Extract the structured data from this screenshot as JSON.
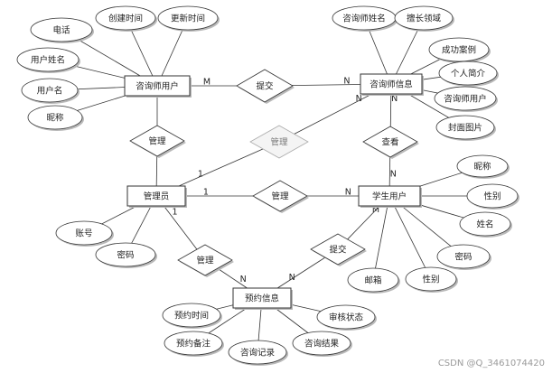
{
  "entities": [
    {
      "id": "consultant_user",
      "label": "咨询师用户"
    },
    {
      "id": "consultant_info",
      "label": "咨询师信息"
    },
    {
      "id": "admin",
      "label": "管理员"
    },
    {
      "id": "student_user",
      "label": "学生用户"
    },
    {
      "id": "booking_info",
      "label": "预约信息"
    }
  ],
  "relationships": [
    {
      "id": "r_submit_top",
      "label": "提交",
      "from": "consultant_user",
      "to": "consultant_info",
      "card_from": "M",
      "card_to": "N",
      "faded": false
    },
    {
      "id": "r_manage_top",
      "label": "管理",
      "from": "consultant_user",
      "to": "admin",
      "card_from": "",
      "card_to": "",
      "faded": false
    },
    {
      "id": "r_manage_diag",
      "label": "管理",
      "from": "admin",
      "to": "consultant_info",
      "card_from": "1",
      "card_to": "N",
      "faded": true
    },
    {
      "id": "r_view",
      "label": "查看",
      "from": "consultant_info",
      "to": "student_user",
      "card_from": "N",
      "card_to": "N",
      "faded": false
    },
    {
      "id": "r_manage_mid",
      "label": "管理",
      "from": "admin",
      "to": "student_user",
      "card_from": "1",
      "card_to": "N",
      "faded": false
    },
    {
      "id": "r_manage_low",
      "label": "管理",
      "from": "admin",
      "to": "booking_info",
      "card_from": "1",
      "card_to": "N",
      "faded": false
    },
    {
      "id": "r_submit_low",
      "label": "提交",
      "from": "student_user",
      "to": "booking_info",
      "card_from": "M",
      "card_to": "N",
      "faded": false
    }
  ],
  "attributes": [
    {
      "entity": "consultant_user",
      "label": "电话"
    },
    {
      "entity": "consultant_user",
      "label": "创建时间"
    },
    {
      "entity": "consultant_user",
      "label": "更新时间"
    },
    {
      "entity": "consultant_user",
      "label": "用户姓名"
    },
    {
      "entity": "consultant_user",
      "label": "用户名"
    },
    {
      "entity": "consultant_user",
      "label": "昵称"
    },
    {
      "entity": "consultant_info",
      "label": "咨询师姓名"
    },
    {
      "entity": "consultant_info",
      "label": "擅长领域"
    },
    {
      "entity": "consultant_info",
      "label": "成功案例"
    },
    {
      "entity": "consultant_info",
      "label": "个人简介"
    },
    {
      "entity": "consultant_info",
      "label": "咨询师用户"
    },
    {
      "entity": "consultant_info",
      "label": "封面图片"
    },
    {
      "entity": "admin",
      "label": "账号"
    },
    {
      "entity": "admin",
      "label": "密码"
    },
    {
      "entity": "student_user",
      "label": "昵称"
    },
    {
      "entity": "student_user",
      "label": "性别"
    },
    {
      "entity": "student_user",
      "label": "姓名"
    },
    {
      "entity": "student_user",
      "label": "密码"
    },
    {
      "entity": "student_user",
      "label": "性别"
    },
    {
      "entity": "student_user",
      "label": "邮箱"
    },
    {
      "entity": "booking_info",
      "label": "预约时间"
    },
    {
      "entity": "booking_info",
      "label": "预约备注"
    },
    {
      "entity": "booking_info",
      "label": "咨询记录"
    },
    {
      "entity": "booking_info",
      "label": "咨询结果"
    },
    {
      "entity": "booking_info",
      "label": "审核状态"
    }
  ],
  "watermark": "CSDN @Q_3461074420"
}
